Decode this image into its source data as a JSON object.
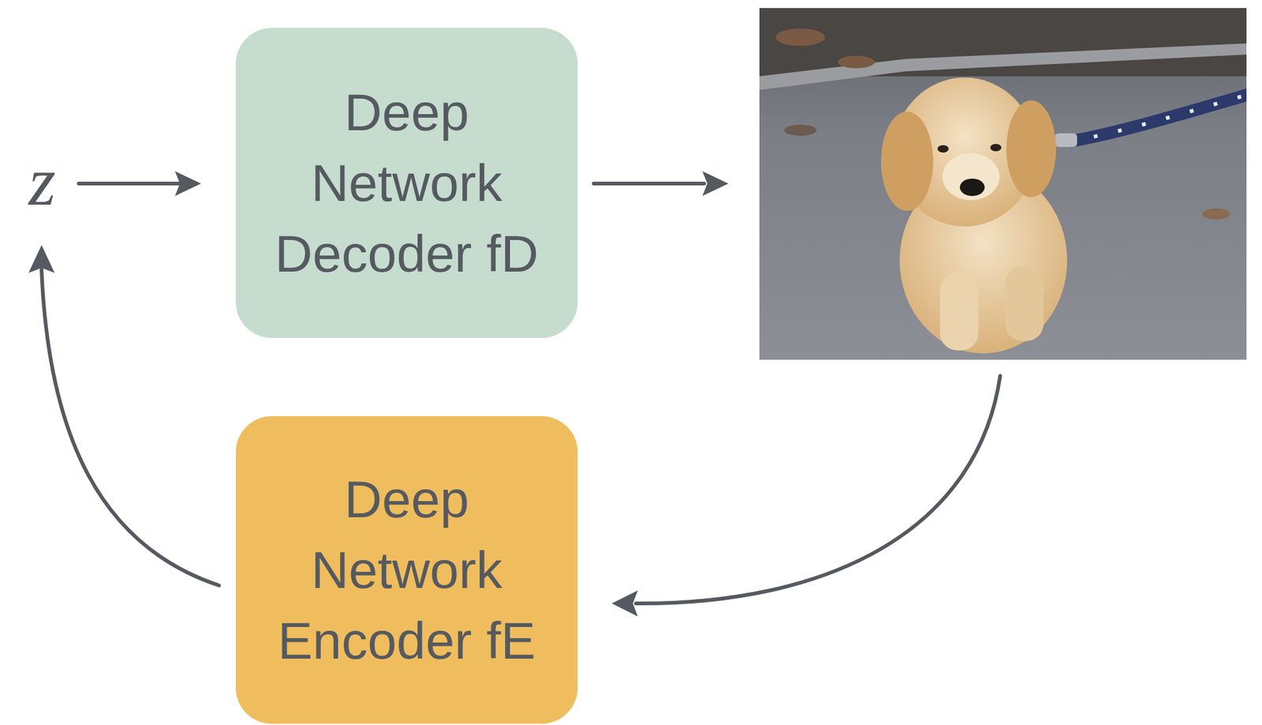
{
  "diagram": {
    "nodes": [
      {
        "text": [
          "Deep Network Decoder fD"
        ]
      },
      {
        "text": [
          "Deep Network Encoder fE"
        ]
      }
    ],
    "labels": [
      "z"
    ]
  }
}
